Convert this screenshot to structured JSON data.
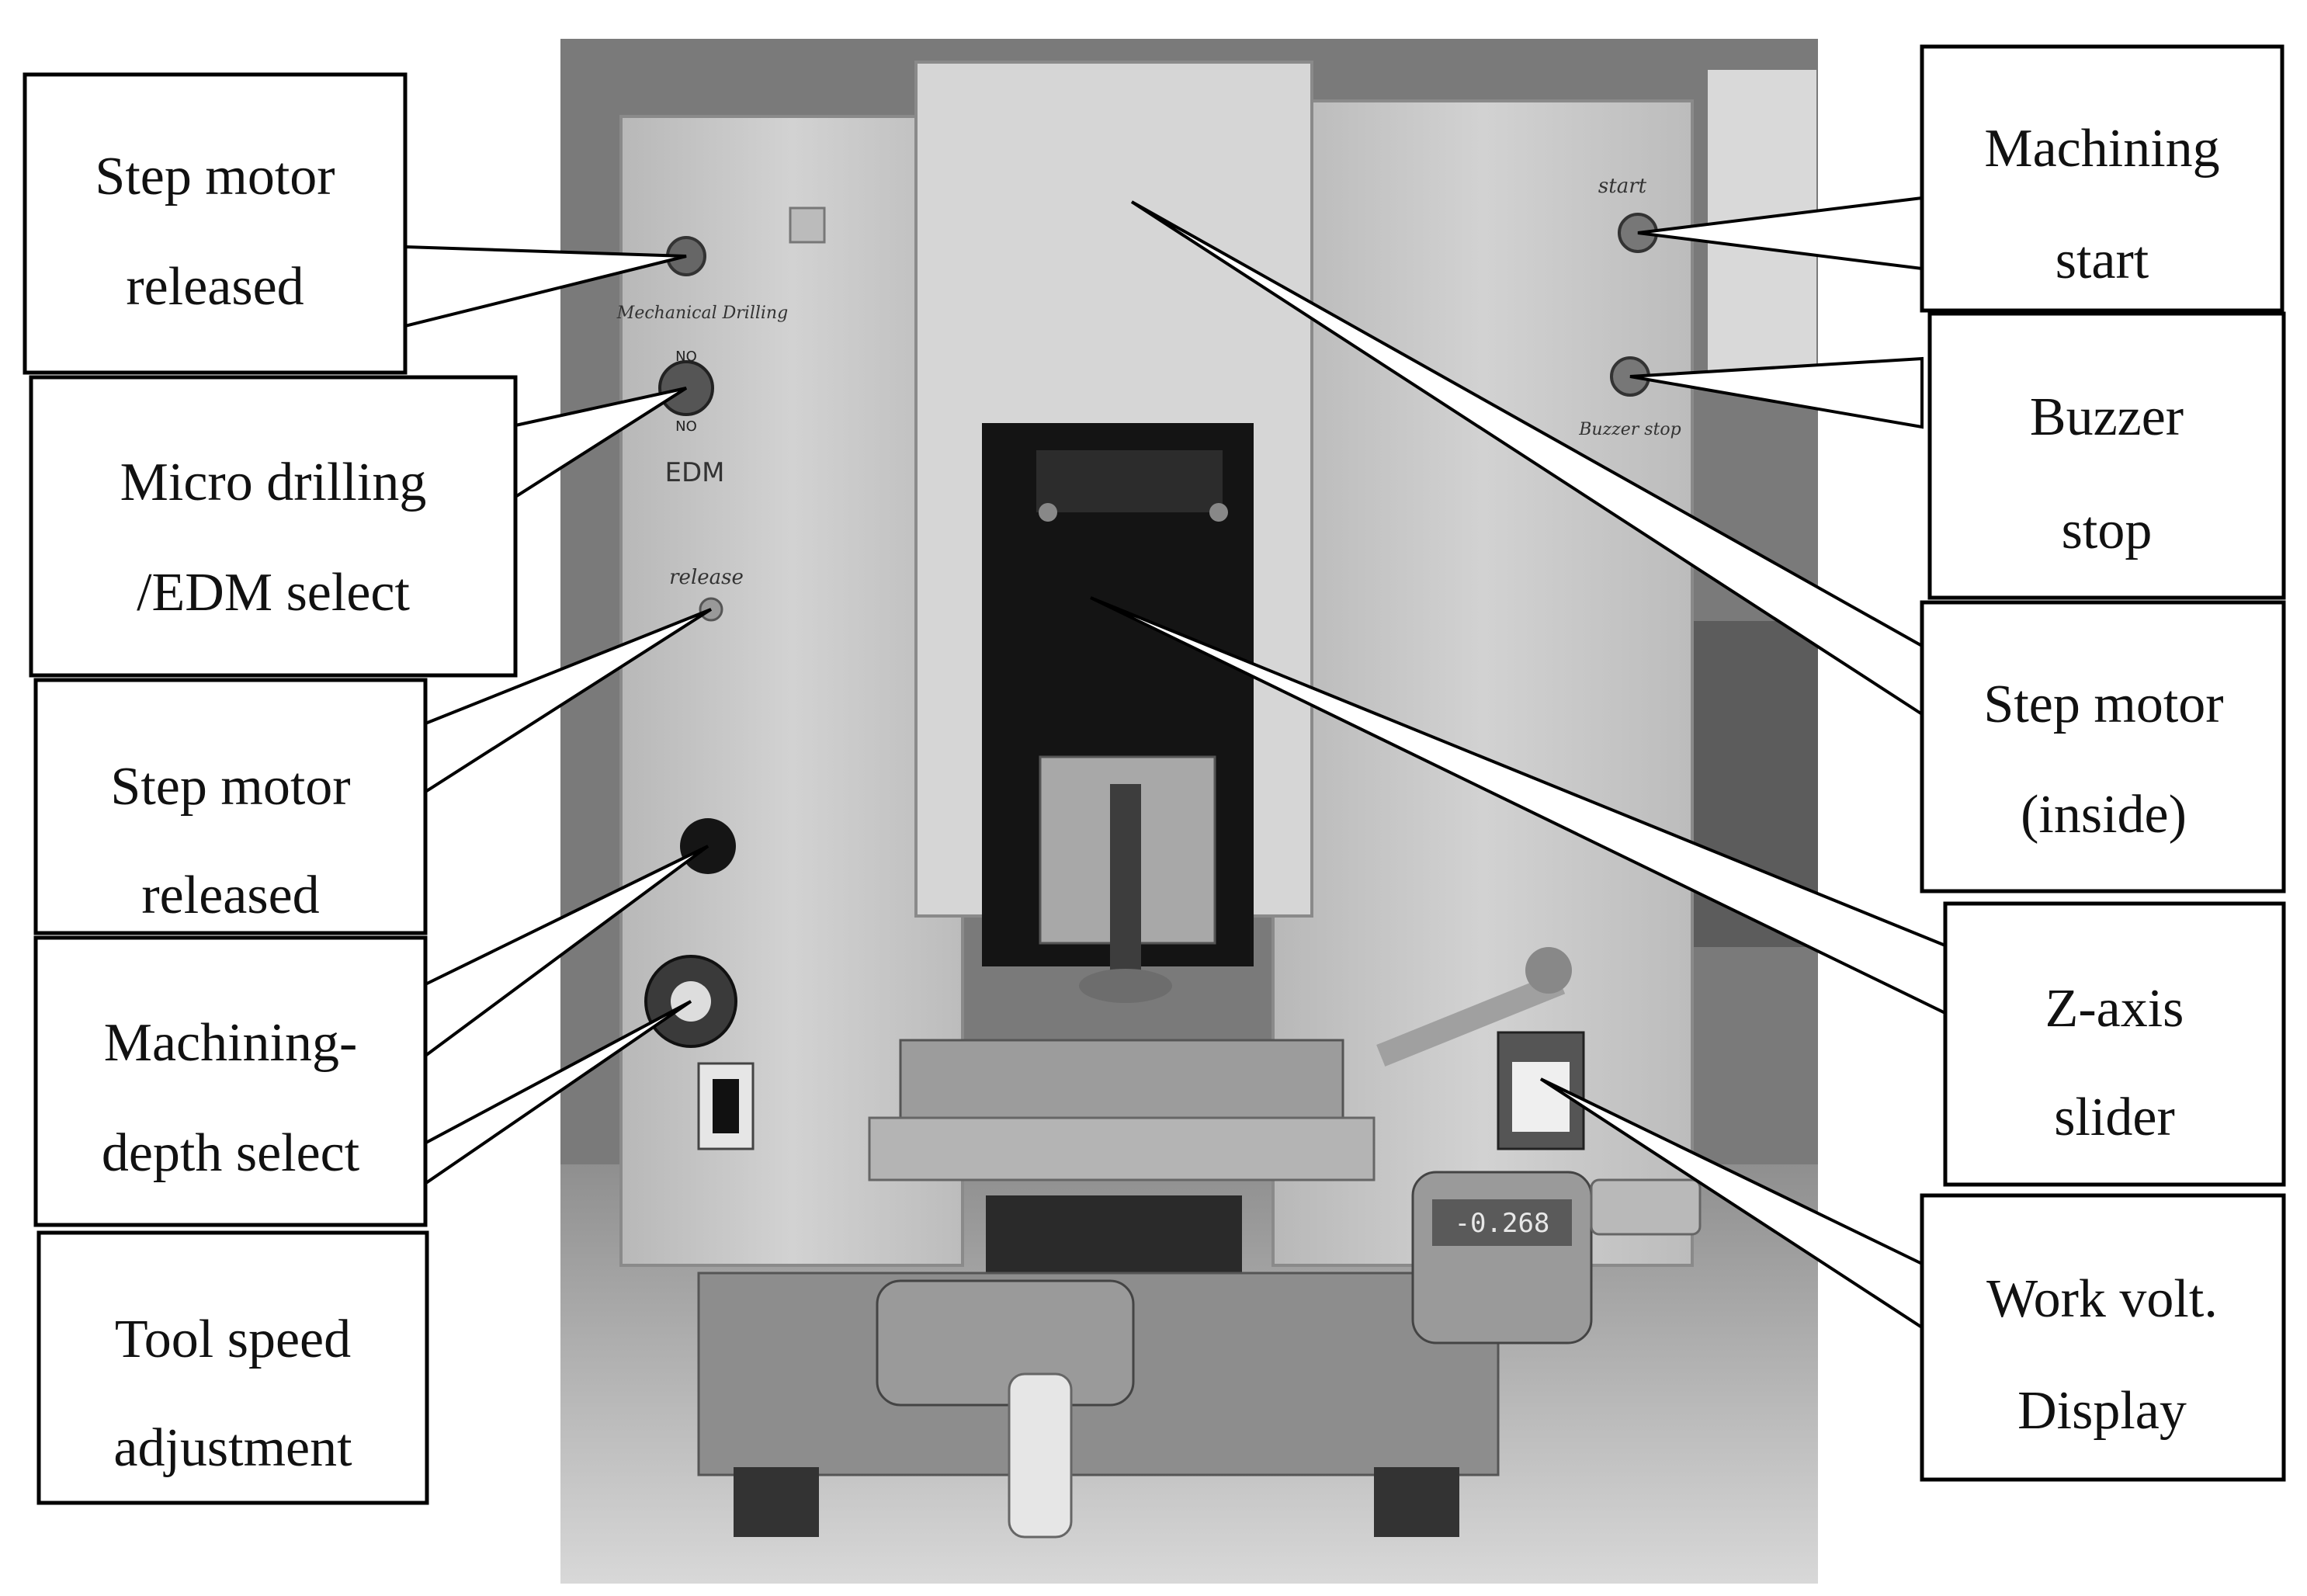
{
  "labels": {
    "step_motor_released_top": [
      "Step motor",
      "released"
    ],
    "micro_drilling_edm_select": [
      "Micro drilling",
      "/EDM select"
    ],
    "step_motor_released_mid": [
      "Step motor",
      "released"
    ],
    "machining_depth_select": [
      "Machining-",
      "depth select"
    ],
    "tool_speed_adjustment": [
      "Tool speed",
      "adjustment"
    ],
    "machining_start": [
      "Machining",
      "start"
    ],
    "buzzer_stop": [
      "Buzzer",
      "stop"
    ],
    "step_motor_inside": [
      "Step motor",
      "(inside)"
    ],
    "z_axis_slider": [
      "Z-axis",
      "slider"
    ],
    "work_volt_display": [
      "Work volt.",
      "Display"
    ]
  },
  "panel_marks": {
    "mechanical_drilling": "Mechanical Drilling",
    "on_top": "NO",
    "on_bottom": "NO",
    "edm": "EDM",
    "release": "release",
    "start": "start",
    "buzzer_stop": "Buzzer stop"
  },
  "micrometer_readout": "-0.268",
  "colors": {
    "background": "#ffffff",
    "callout_fill": "#ffffff",
    "callout_stroke": "#000000",
    "machine_body": "#c9c9c9",
    "machine_shadow": "#9a9a9a",
    "cavity": "#1a1a1a"
  }
}
